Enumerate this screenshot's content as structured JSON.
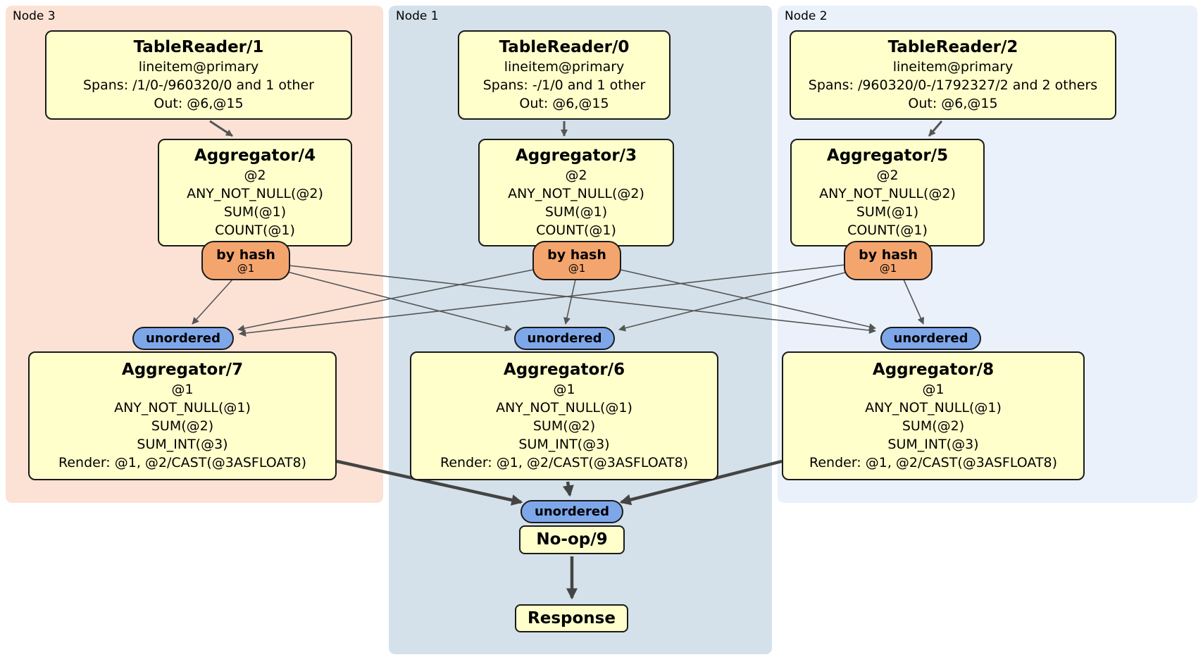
{
  "node_groups": [
    {
      "label": "Node 3",
      "table_reader": {
        "title": "TableReader/1",
        "lines": [
          "lineitem@primary",
          "Spans: /1/0-/960320/0 and 1 other",
          "Out: @6,@15"
        ]
      },
      "group_aggregator": {
        "title": "Aggregator/4",
        "lines": [
          "@2",
          "ANY_NOT_NULL(@2)",
          "SUM(@1)",
          "COUNT(@1)"
        ]
      },
      "router": {
        "label": "by hash",
        "detail": "@1"
      },
      "stream_sync": {
        "label": "unordered"
      },
      "final_aggregator": {
        "title": "Aggregator/7",
        "lines": [
          "@1",
          "ANY_NOT_NULL(@1)",
          "SUM(@2)",
          "SUM_INT(@3)",
          "Render: @1, @2/CAST(@3ASFLOAT8)"
        ]
      }
    },
    {
      "label": "Node 1",
      "table_reader": {
        "title": "TableReader/0",
        "lines": [
          "lineitem@primary",
          "Spans: -/1/0 and 1 other",
          "Out: @6,@15"
        ]
      },
      "group_aggregator": {
        "title": "Aggregator/3",
        "lines": [
          "@2",
          "ANY_NOT_NULL(@2)",
          "SUM(@1)",
          "COUNT(@1)"
        ]
      },
      "router": {
        "label": "by hash",
        "detail": "@1"
      },
      "stream_sync": {
        "label": "unordered"
      },
      "final_aggregator": {
        "title": "Aggregator/6",
        "lines": [
          "@1",
          "ANY_NOT_NULL(@1)",
          "SUM(@2)",
          "SUM_INT(@3)",
          "Render: @1, @2/CAST(@3ASFLOAT8)"
        ]
      }
    },
    {
      "label": "Node 2",
      "table_reader": {
        "title": "TableReader/2",
        "lines": [
          "lineitem@primary",
          "Spans: /960320/0-/1792327/2 and 2 others",
          "Out: @6,@15"
        ]
      },
      "group_aggregator": {
        "title": "Aggregator/5",
        "lines": [
          "@2",
          "ANY_NOT_NULL(@2)",
          "SUM(@1)",
          "COUNT(@1)"
        ]
      },
      "router": {
        "label": "by hash",
        "detail": "@1"
      },
      "stream_sync": {
        "label": "unordered"
      },
      "final_aggregator": {
        "title": "Aggregator/8",
        "lines": [
          "@1",
          "ANY_NOT_NULL(@1)",
          "SUM(@2)",
          "SUM_INT(@3)",
          "Render: @1, @2/CAST(@3ASFLOAT8)"
        ]
      }
    }
  ],
  "output_stage": {
    "sync": {
      "label": "unordered"
    },
    "noop": {
      "title": "No-op/9"
    },
    "response": {
      "title": "Response"
    }
  },
  "colors": {
    "node3_bg": "#fbe2d5",
    "node1_bg": "#d4e1ea",
    "node2_bg": "#eaf1fa",
    "processor_fill": "#ffffcc",
    "router_fill": "#f4a56e",
    "sync_fill": "#7da7e9",
    "edge_thin": "#555555",
    "edge_thick": "#444444"
  }
}
